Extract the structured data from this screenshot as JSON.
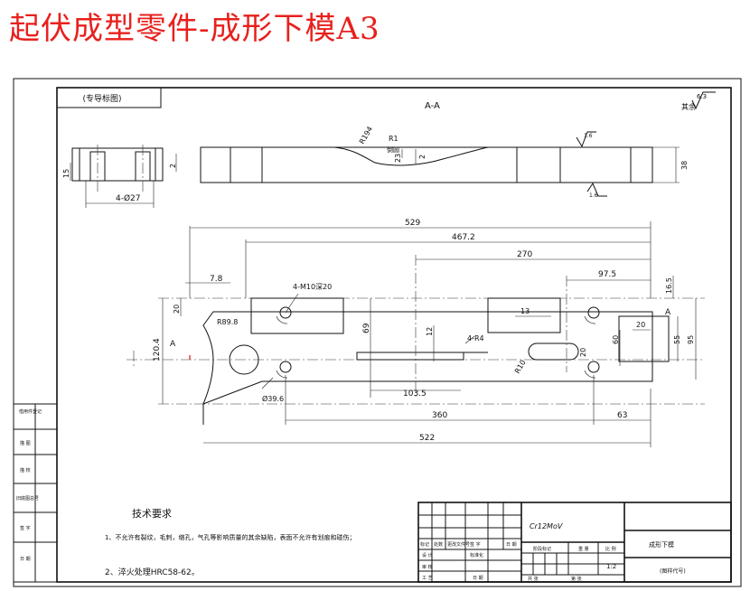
{
  "title": "起伏成型零件-成形下模A3",
  "section": {
    "label": "A-A",
    "stamp": "(专导标图)",
    "roughness_label": "其余",
    "roughness_value": "6.3",
    "surface_mark": "1.6"
  },
  "dims": {
    "d529": "529",
    "d467": "467.2",
    "d270": "270",
    "d97": "97.5",
    "d16": "16.5",
    "d78": "7.8",
    "d20a": "20",
    "d20b": "20",
    "d20c": "20",
    "d13": "13",
    "d69": "69",
    "d12": "12",
    "d4r4": "4-R4",
    "d4m10": "4-M10深20",
    "r89": "R89.8",
    "d1204": "120.4",
    "d1035": "103.5",
    "d360": "360",
    "d63": "63",
    "d522": "522",
    "d60": "60",
    "d55": "55",
    "d95": "95",
    "r10": "R10",
    "dia396": "Ø39.6",
    "d15": "15",
    "d2a": "2",
    "d2b": "2",
    "d23": "23",
    "d38": "38",
    "d4d27": "4-Ø27",
    "r194": "R194",
    "r1": "R1",
    "fillet": "倒圆",
    "cut_a": "A",
    "cut_b": "A"
  },
  "side_block": [
    "借用件登记",
    "描 图",
    "描 校",
    "旧底图总号",
    "签 字",
    "日 期"
  ],
  "tech_req": {
    "heading": "技术要求",
    "item1": "1、不允许有裂纹，毛刺，缩孔，气孔等影响质量的其余缺陷，表面不允许有划痕和碰伤；",
    "item2": "2、淬火处理HRC58-62。"
  },
  "title_block": {
    "material": "Cr12MoV",
    "part_name": "成形下模",
    "drawing_code": "(图样代号)",
    "scale": "1:2",
    "row_mark": "标记",
    "row_qty": "处数",
    "row_file": "更改文件号",
    "row_sign": "签 字",
    "row_date": "日 期",
    "design": "设 计",
    "standard": "标准化",
    "stage": "阶段标记",
    "weight": "重 量",
    "ratio": "比 例",
    "review": "审 核",
    "process": "工 艺",
    "approve": "日 期",
    "sheet_total": "共 张",
    "sheet_no": "第 张"
  }
}
